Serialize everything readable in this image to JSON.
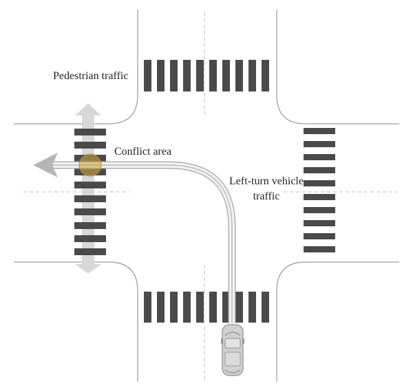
{
  "labels": {
    "pedestrian": "Pedestrian traffic",
    "conflict": "Conflict area",
    "left_turn_line1": "Left-turn vehicle",
    "left_turn_line2": "traffic"
  },
  "colors": {
    "curb": "#9a9a9a",
    "crosswalk": "#4a4a4a",
    "centerline": "#c8c8c8",
    "pedestrian_arrow": "#d8d8d8",
    "vehicle_path": "#cfcfcf",
    "vehicle_arrow": "#b5b5b5",
    "conflict_area": "#c9a24a",
    "car": "#d0d0d0"
  },
  "icons": {
    "vehicle": "car-icon"
  }
}
